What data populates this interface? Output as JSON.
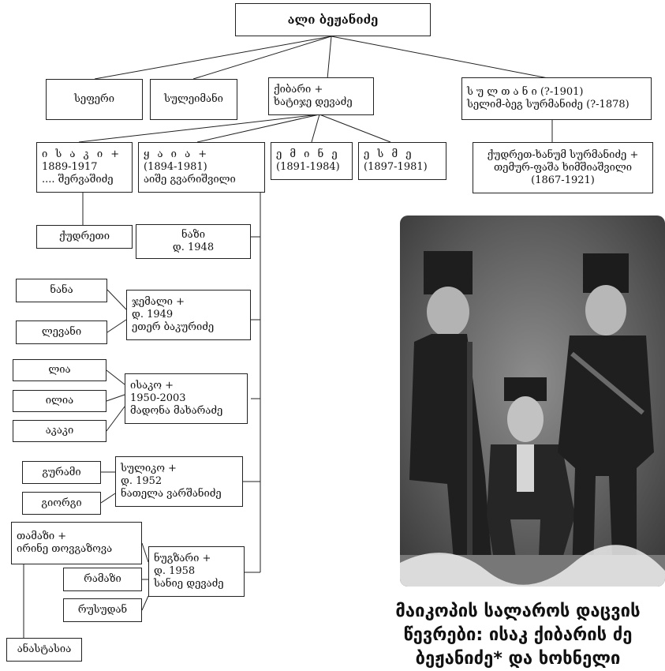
{
  "root": {
    "name": "ალი ბეჟანიძე"
  },
  "gen2": {
    "sepheri": "სეფერი",
    "suleimani": "სულეიმანი",
    "kibari": [
      "ქიბარი +",
      "ხატიჯე დევაძე"
    ],
    "sultani": [
      "ს უ ლ თ ა ნ ი (?-1901)",
      "სელიმ-ბეგ სურმანიძე (?-1878)"
    ]
  },
  "gen3": {
    "isaki": [
      "ი ს ა კ ი +",
      "1889-1917",
      ".... შერვაშიძე"
    ],
    "yaia": [
      "ყ ა ი ა +",
      "(1894-1981)",
      "აიშე გვარიშვილი"
    ],
    "emine": [
      "ე მ ი ნ ე",
      "(1891-1984)"
    ],
    "esme": [
      "ე ს მ ე",
      "(1897-1981)"
    ],
    "kudret": [
      "ქუდრეთ-ხანუმ სურმანიძე +",
      "თემურ-ფაშა ხიმშიაშვილი",
      "(1867-1921)"
    ]
  },
  "kudreti": "ქუდრეთი",
  "nazi": [
    "ნაზი",
    "დ. 1948"
  ],
  "jemali": [
    "ჯემალი +",
    "დ. 1949",
    "ეთერ ბაკურიძე"
  ],
  "nana": "ნანა",
  "levani": "ლევანი",
  "isako": [
    "ისაკო +",
    "1950-2003",
    "მადონა მახარაძე"
  ],
  "lia": "ლია",
  "ilia": "ილია",
  "akaki": "აკაკი",
  "suliko": [
    "სულიკო   +",
    "დ. 1952",
    "ნათელა ვარშანიძე"
  ],
  "gurami": "გურამი",
  "giorgi": "გიორგი",
  "nugzari": [
    "ნუგზარი +",
    "დ. 1958",
    "სანიე დევაძე"
  ],
  "tamazi": [
    "თამაზი +",
    "ირინე თოვგაზოვა"
  ],
  "ramazi": "რამაზი",
  "rusudan": "რუსუდან",
  "anastasia": "ანასტასია",
  "caption": [
    "მაიკოპის სალაროს დაცვის",
    "წევრები: ისაკ ქიბარის ძე",
    "ბეჟანიძე* და ხოხნელი"
  ],
  "colors": {
    "line": "#222222",
    "photo_dark": "#2a2a2a",
    "photo_light": "#cfcfcf"
  }
}
